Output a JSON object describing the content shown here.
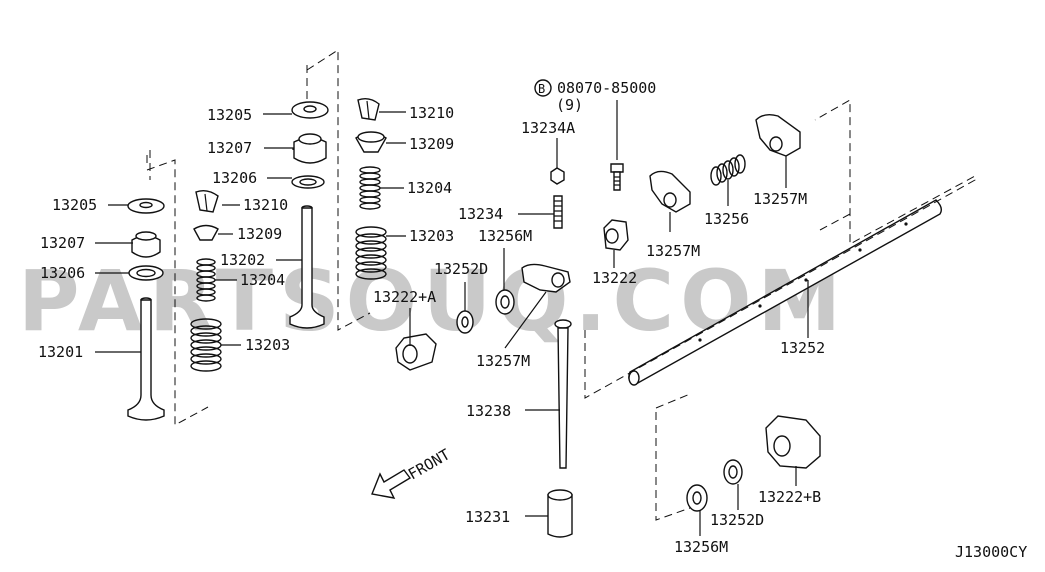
{
  "watermark": "PARTSOUQ.COM",
  "code": "J13000CY",
  "front": "FRONT",
  "bolt": {
    "prefix": "B",
    "part": "08070-85000",
    "qty": "(9)"
  },
  "labels": {
    "l13205a": "13205",
    "l13207a": "13207",
    "l13206a": "13206",
    "l13201": "13201",
    "l13205b": "13205",
    "l13207b": "13207",
    "l13206b": "13206",
    "l13210a": "13210",
    "l13209a": "13209",
    "l13202": "13202",
    "l13204a": "13204",
    "l13203a": "13203",
    "l13210b": "13210",
    "l13209b": "13209",
    "l13204b": "13204",
    "l13203b": "13203",
    "l13234A": "13234A",
    "l13234": "13234",
    "l13256Ma": "13256M",
    "l13252Da": "13252D",
    "l13222A": "13222+A",
    "l13257Ma": "13257M",
    "l13222": "13222",
    "l13257Mb": "13257M",
    "l13256": "13256",
    "l13257Mc": "13257M",
    "l13252": "13252",
    "l13238": "13238",
    "l13231": "13231",
    "l13222B": "13222+B",
    "l13252Db": "13252D",
    "l13256Mb": "13256M"
  }
}
